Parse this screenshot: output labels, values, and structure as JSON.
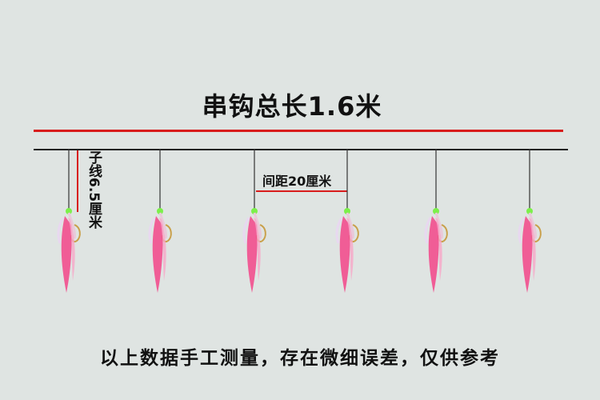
{
  "title": "串钩总长1.6米",
  "snood_label": "子线6.5厘米",
  "spacing_label": "间距20厘米",
  "note": "以上数据手工测量，存在微细误差，仅供参考",
  "colors": {
    "background": "#dfe4e2",
    "measure_line": "#d81c1c",
    "main_line": "#222222",
    "skirt_pink": "#f24e8e",
    "bead_green": "#7cf04a",
    "hook_gold": "#c9a04a"
  },
  "icons": [
    "fishing-lure-icon"
  ]
}
